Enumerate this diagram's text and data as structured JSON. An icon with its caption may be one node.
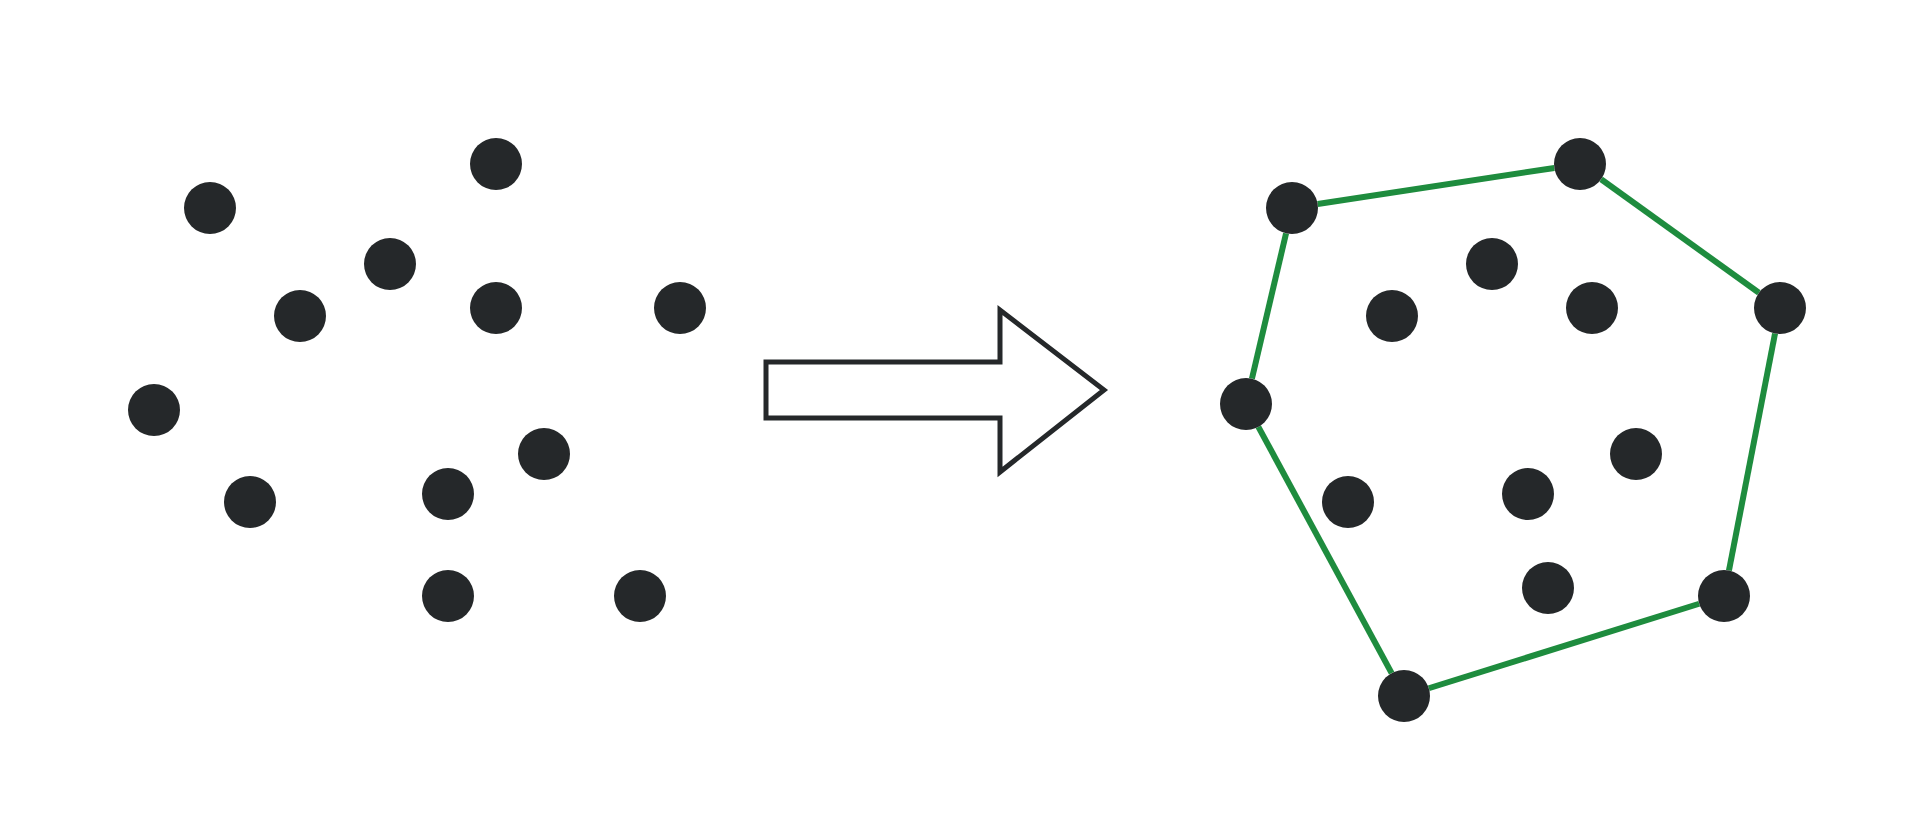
{
  "diagram": {
    "nodes": [
      {
        "text": [],
        "shape": "circle"
      },
      {
        "text": [],
        "shape": "circle"
      },
      {
        "text": [],
        "shape": "circle"
      },
      {
        "text": [],
        "shape": "circle"
      },
      {
        "text": [],
        "shape": "circle"
      },
      {
        "text": [],
        "shape": "circle"
      },
      {
        "text": [],
        "shape": "circle"
      },
      {
        "text": [],
        "shape": "circle"
      },
      {
        "text": [],
        "shape": "circle"
      },
      {
        "text": [],
        "shape": "circle"
      },
      {
        "text": [],
        "shape": "circle"
      },
      {
        "text": [],
        "shape": "circle"
      },
      {
        "text": [],
        "shape": "circle"
      },
      {
        "text": [],
        "shape": "circle"
      },
      {
        "text": [],
        "shape": "circle"
      },
      {
        "text": [],
        "shape": "circle"
      },
      {
        "text": [],
        "shape": "circle"
      },
      {
        "text": [],
        "shape": "circle"
      },
      {
        "text": [],
        "shape": "circle"
      },
      {
        "text": [],
        "shape": "circle"
      },
      {
        "text": [],
        "shape": "circle"
      },
      {
        "text": [],
        "shape": "circle"
      },
      {
        "text": [],
        "shape": "circle"
      },
      {
        "text": [],
        "shape": "circle"
      },
      {
        "text": [],
        "shape": "circle"
      }
    ],
    "edges": [
      {
        "from": 12,
        "to": 13,
        "arrow": "none"
      },
      {
        "from": 13,
        "to": 16,
        "arrow": "none"
      },
      {
        "from": 16,
        "to": 23,
        "arrow": "none"
      },
      {
        "from": 23,
        "to": 24,
        "arrow": "none"
      },
      {
        "from": 24,
        "to": 18,
        "arrow": "none"
      },
      {
        "from": 18,
        "to": 12,
        "arrow": "none"
      }
    ]
  }
}
